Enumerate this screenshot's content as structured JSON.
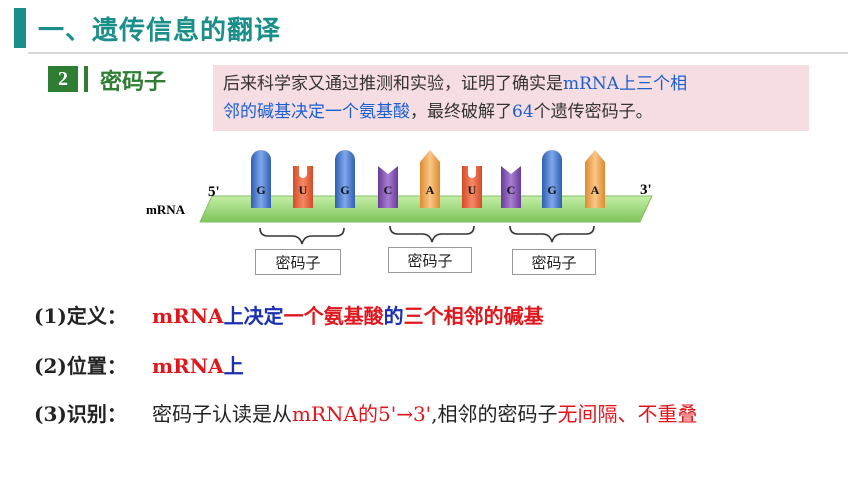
{
  "header": {
    "title": "一、遗传信息的翻译"
  },
  "section": {
    "number": "2",
    "title": "密码子"
  },
  "note": {
    "part1": "后来科学家又通过推测和实验，证明了确实是",
    "highlight1": "mRNA上三个相",
    "highlight1b": "邻的碱基决定一个氨基酸",
    "part2": "，最终破解了",
    "highlight2": "64",
    "part3": "个遗传密码子。"
  },
  "diagram": {
    "label_5": "5'",
    "label_3": "3'",
    "label_mrna": "mRNA",
    "bases": [
      "G",
      "U",
      "G",
      "C",
      "A",
      "U",
      "C",
      "G",
      "A"
    ],
    "codon_labels": [
      "密码子",
      "密码子",
      "密码子"
    ],
    "colors": {
      "G": "#4a7fd0",
      "U": "#e8603a",
      "C": "#8a55b8",
      "A": "#f0a850",
      "strand": "#9dd57a"
    }
  },
  "definition": {
    "label": "(1)定义：",
    "seg1": "mRNA",
    "seg2": "上",
    "seg3": "决定",
    "seg4": "一个氨基酸",
    "seg5": "的",
    "seg6": "三个相邻的碱基"
  },
  "position": {
    "label": "(2)位置：",
    "seg1": "mRNA",
    "seg2": "上"
  },
  "recognition": {
    "label": "(3)识别：",
    "seg1": "密码子认读是从",
    "seg2": "mRNA的5'→3'",
    "seg3": ",相邻的密码子",
    "seg4": "无间隔、不重叠"
  }
}
